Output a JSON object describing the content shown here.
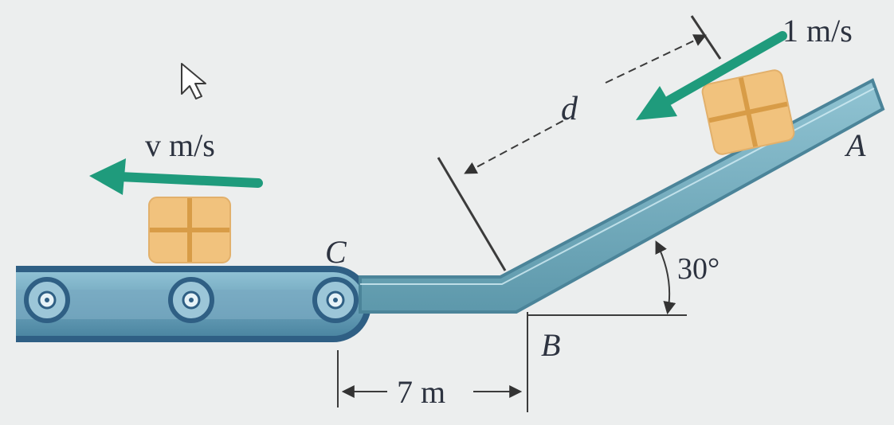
{
  "labels": {
    "speed_top": "1 m/s",
    "speed_left": "v m/s",
    "distance_d": "d",
    "point_a": "A",
    "point_b": "B",
    "point_c": "C",
    "angle": "30°",
    "horizontal_distance": "7 m"
  },
  "colors": {
    "arrow": "#1f9b7c",
    "ramp": "#6fa9bc",
    "ramp_dark": "#4f8ea3",
    "conveyor": "#3f6f92",
    "box": "#f1c27d",
    "box_line": "#d89c47",
    "dim_line": "#3b3b3b"
  },
  "icons": {
    "cursor": "mouse-pointer-icon"
  }
}
